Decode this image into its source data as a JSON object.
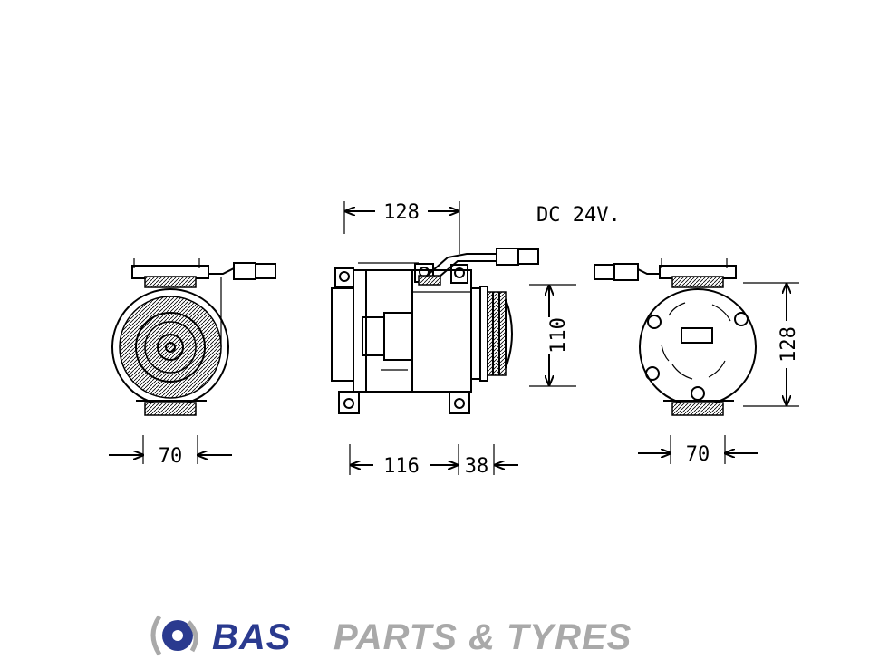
{
  "diagram": {
    "voltage_label": "DC 24V.",
    "dimensions": {
      "left_width": "70",
      "center_top_length": "128",
      "center_height": "110",
      "center_body_length": "116",
      "center_pulley_length": "38",
      "right_width": "70",
      "right_height": "128"
    }
  },
  "brand": {
    "name_primary": "BAS",
    "name_secondary": "PARTS & TYRES",
    "colors": {
      "primary": "#2a3a8f",
      "secondary": "#a9a9a9"
    }
  }
}
